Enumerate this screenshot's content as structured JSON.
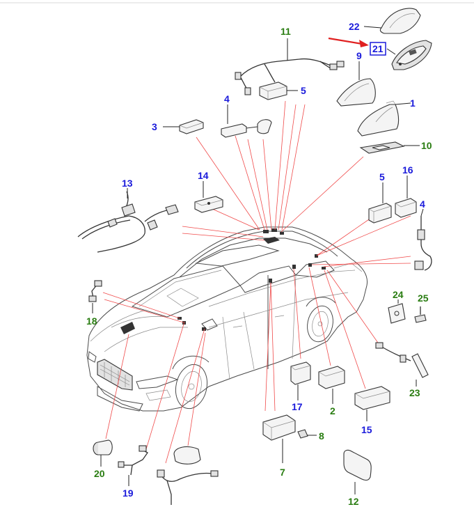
{
  "diagram": {
    "labels": [
      {
        "id": "1",
        "color": "blue"
      },
      {
        "id": "2",
        "color": "green"
      },
      {
        "id": "3",
        "color": "blue"
      },
      {
        "id": "4",
        "color": "blue"
      },
      {
        "id": "4",
        "color": "blue"
      },
      {
        "id": "5",
        "color": "blue"
      },
      {
        "id": "5",
        "color": "blue"
      },
      {
        "id": "7",
        "color": "green"
      },
      {
        "id": "8",
        "color": "green"
      },
      {
        "id": "9",
        "color": "blue"
      },
      {
        "id": "10",
        "color": "green"
      },
      {
        "id": "11",
        "color": "green"
      },
      {
        "id": "12",
        "color": "green"
      },
      {
        "id": "13",
        "color": "blue"
      },
      {
        "id": "14",
        "color": "blue"
      },
      {
        "id": "15",
        "color": "blue"
      },
      {
        "id": "16",
        "color": "blue"
      },
      {
        "id": "17",
        "color": "blue"
      },
      {
        "id": "18",
        "color": "green"
      },
      {
        "id": "19",
        "color": "blue"
      },
      {
        "id": "20",
        "color": "green"
      },
      {
        "id": "21",
        "color": "blue",
        "highlighted": true
      },
      {
        "id": "22",
        "color": "blue"
      },
      {
        "id": "23",
        "color": "green"
      },
      {
        "id": "24",
        "color": "green"
      },
      {
        "id": "25",
        "color": "green"
      }
    ],
    "colors": {
      "label_blue": "#1a1adb",
      "label_green": "#2a7d12",
      "callout_lines": "#f04a4a",
      "pointer_arrow": "#e02020",
      "highlight_box": "#1a1adb"
    }
  }
}
